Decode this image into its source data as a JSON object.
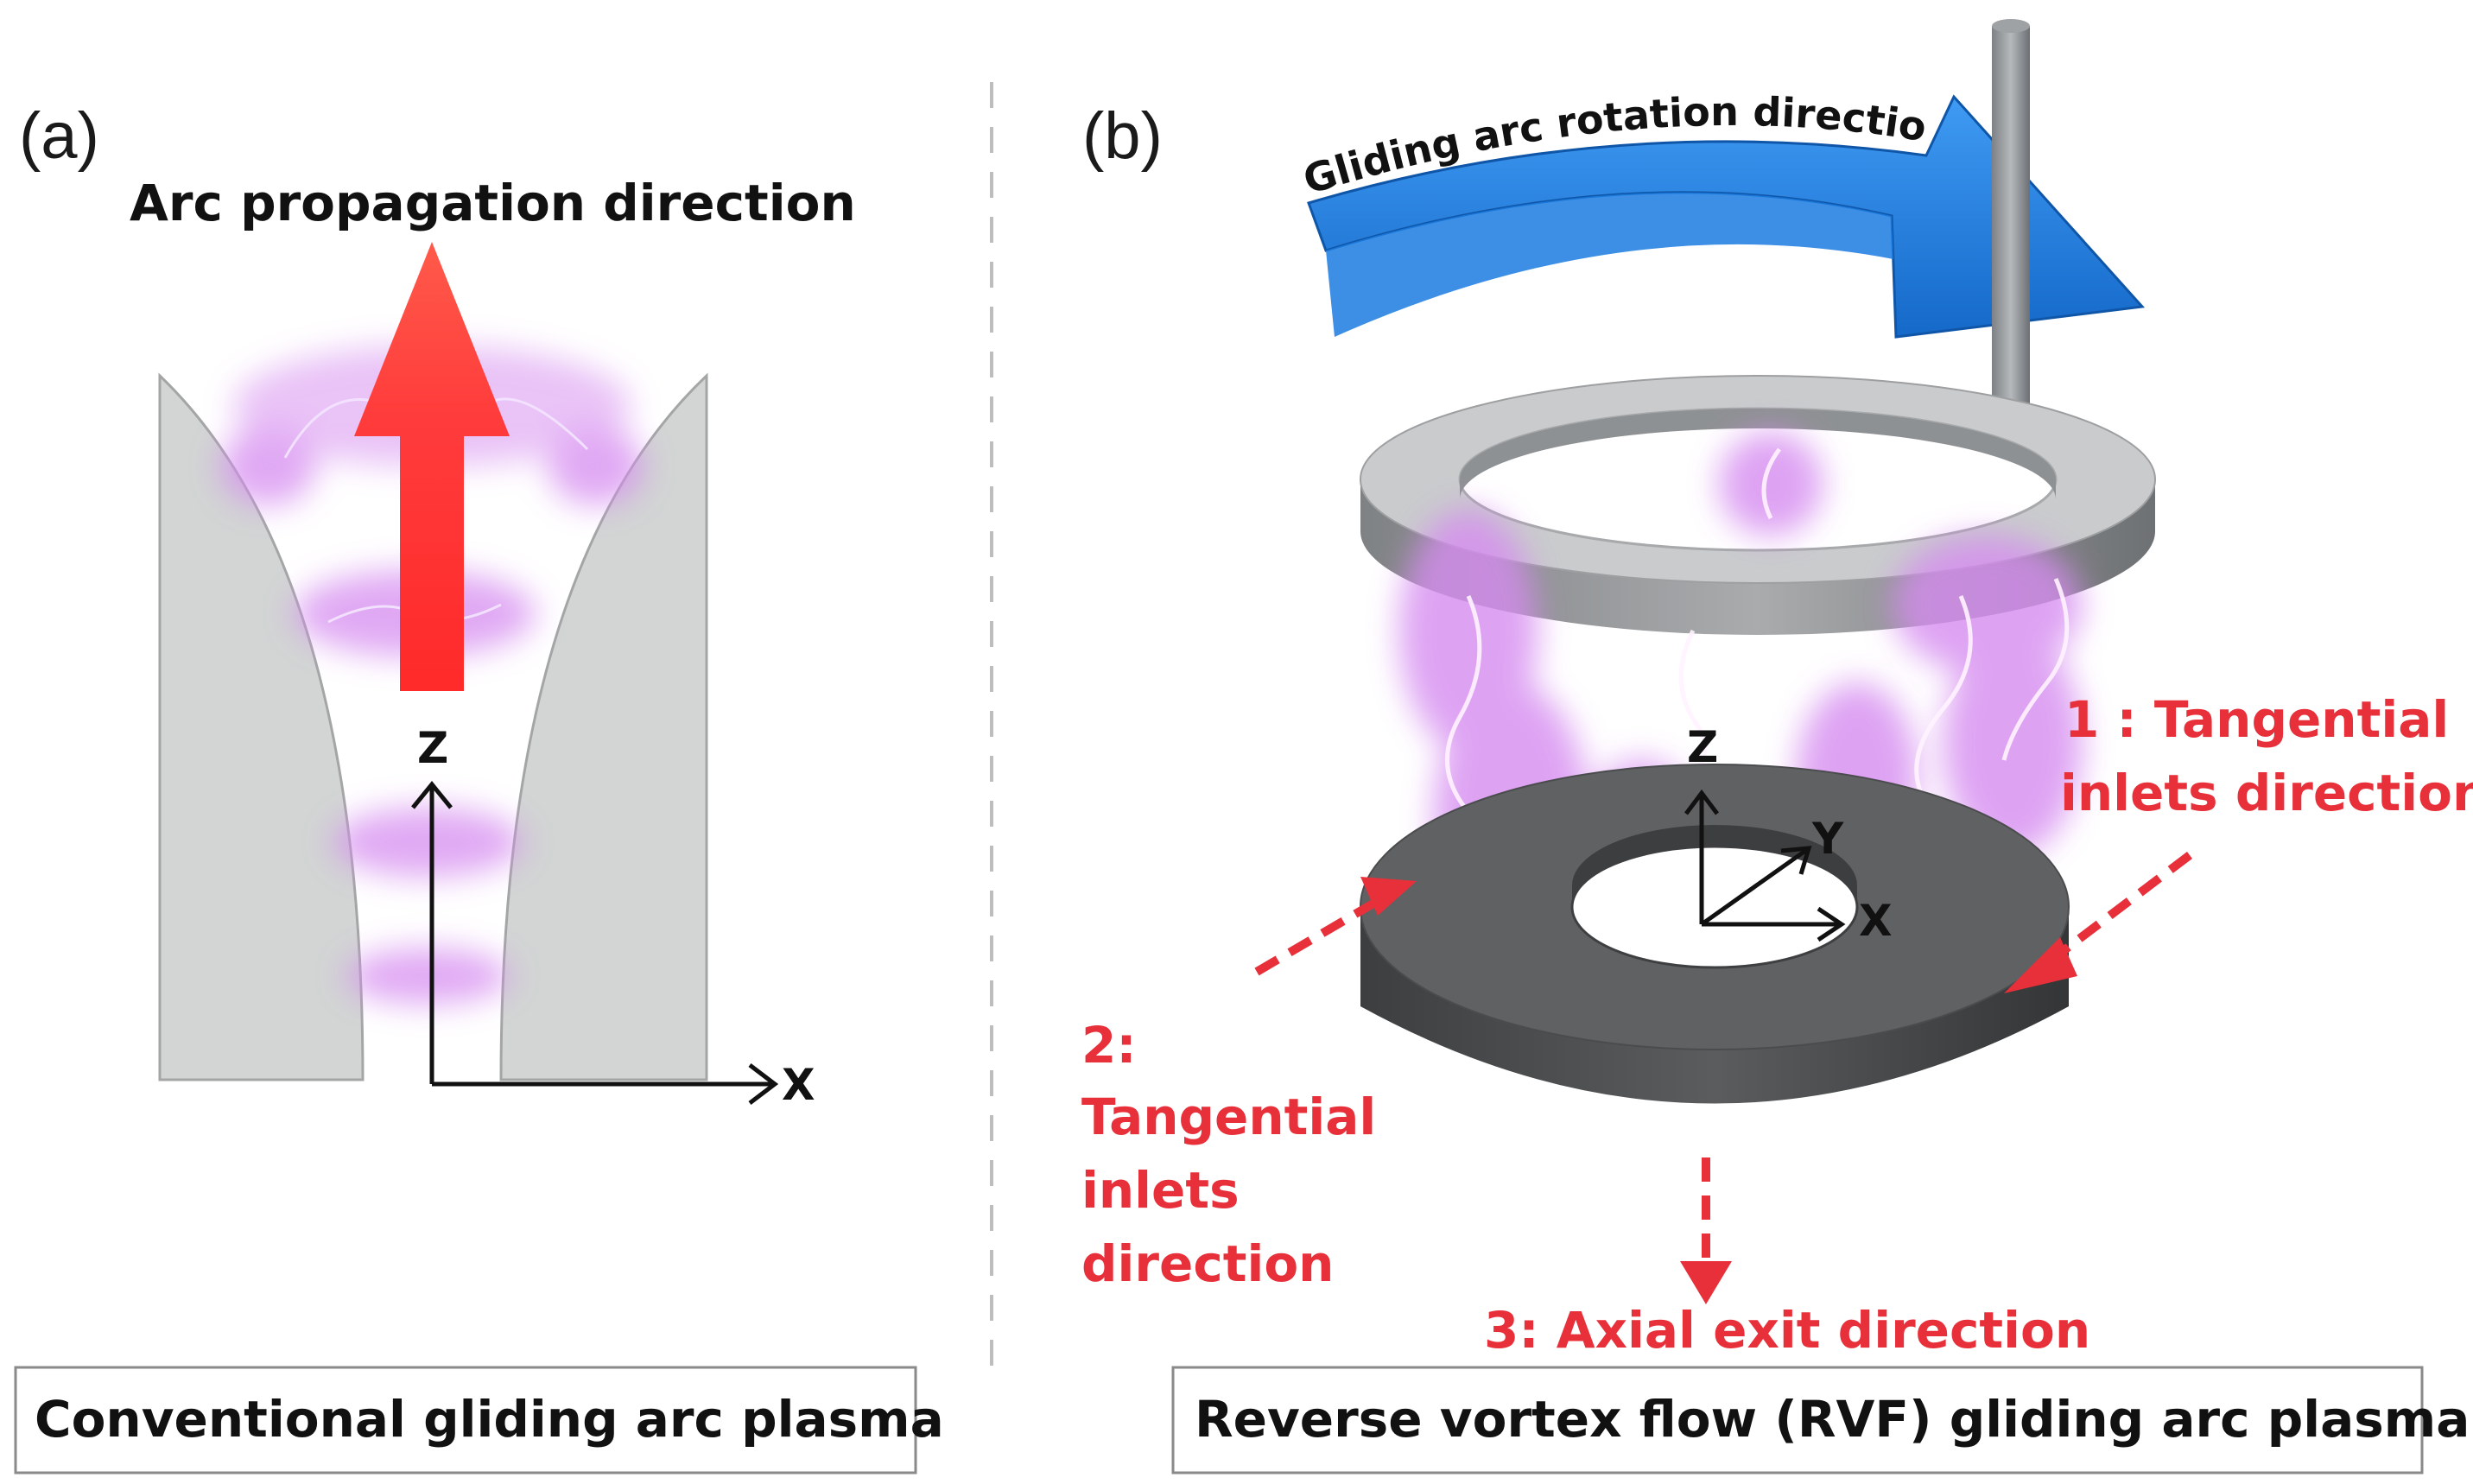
{
  "panel_a": {
    "letter": "(a)",
    "heading": "Arc propagation direction",
    "axis_z": "Z",
    "axis_x": "X",
    "caption": "Conventional gliding arc plasma"
  },
  "panel_b": {
    "letter": "(b)",
    "rotation_label": "Gliding arc rotation direction",
    "axis_z": "Z",
    "axis_y": "Y",
    "axis_x": "X",
    "inlet1_line1": "1 : Tangential",
    "inlet1_line2": "inlets direction",
    "inlet2_line1": "2:",
    "inlet2_line2": "Tangential",
    "inlet2_line3": "inlets",
    "inlet2_line4": "direction",
    "exit_label": "3: Axial exit direction",
    "caption": "Reverse vortex flow (RVF) gliding arc plasma"
  },
  "colors": {
    "electrode_gray": "#d2d5d4",
    "ring_dark": "#5f6163",
    "ring_light": "#c9cbcd",
    "arrow_red": "#f21d20",
    "label_red": "#e8303a",
    "rotation_blue": "#1a7be0",
    "plasma_glow": "#d68cf0"
  }
}
